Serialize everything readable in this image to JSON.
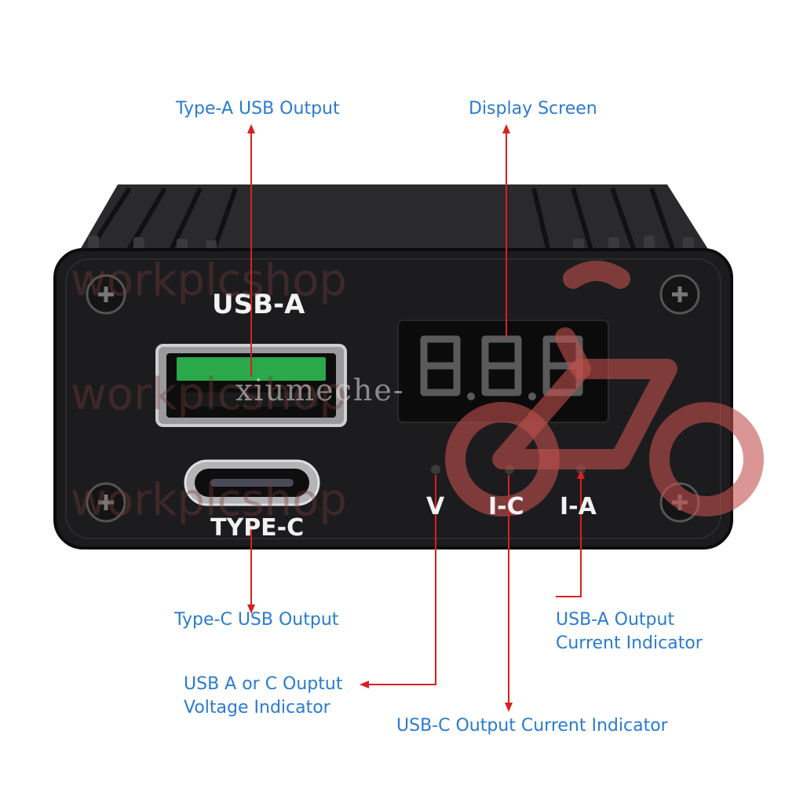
{
  "callouts": {
    "type_a_output": "Type-A USB Output",
    "display_screen": "Display Screen",
    "type_c_output": "Type-C USB Output",
    "voltage_indicator": [
      "USB A or C Ouptut",
      "Voltage Indicator"
    ],
    "usb_a_current": [
      "USB-A Output",
      "Current Indicator"
    ],
    "usb_c_current": "USB-C Output Current Indicator"
  },
  "panel_labels": {
    "usb_a": "USB-A",
    "type_c": "TYPE-C",
    "v": "V",
    "i_c": "I-C",
    "i_a": "I-A"
  },
  "display_readout": "8.8.8",
  "watermarks": {
    "shop": "workplcshop",
    "overlay": "xiumeche-"
  },
  "colors": {
    "callout_text": "#2a7bd0",
    "arrow": "#d82020",
    "device_body": "#1c1c1e",
    "usb_a_tongue": "#2aa84a",
    "watermark_logo": "#c0504d"
  }
}
